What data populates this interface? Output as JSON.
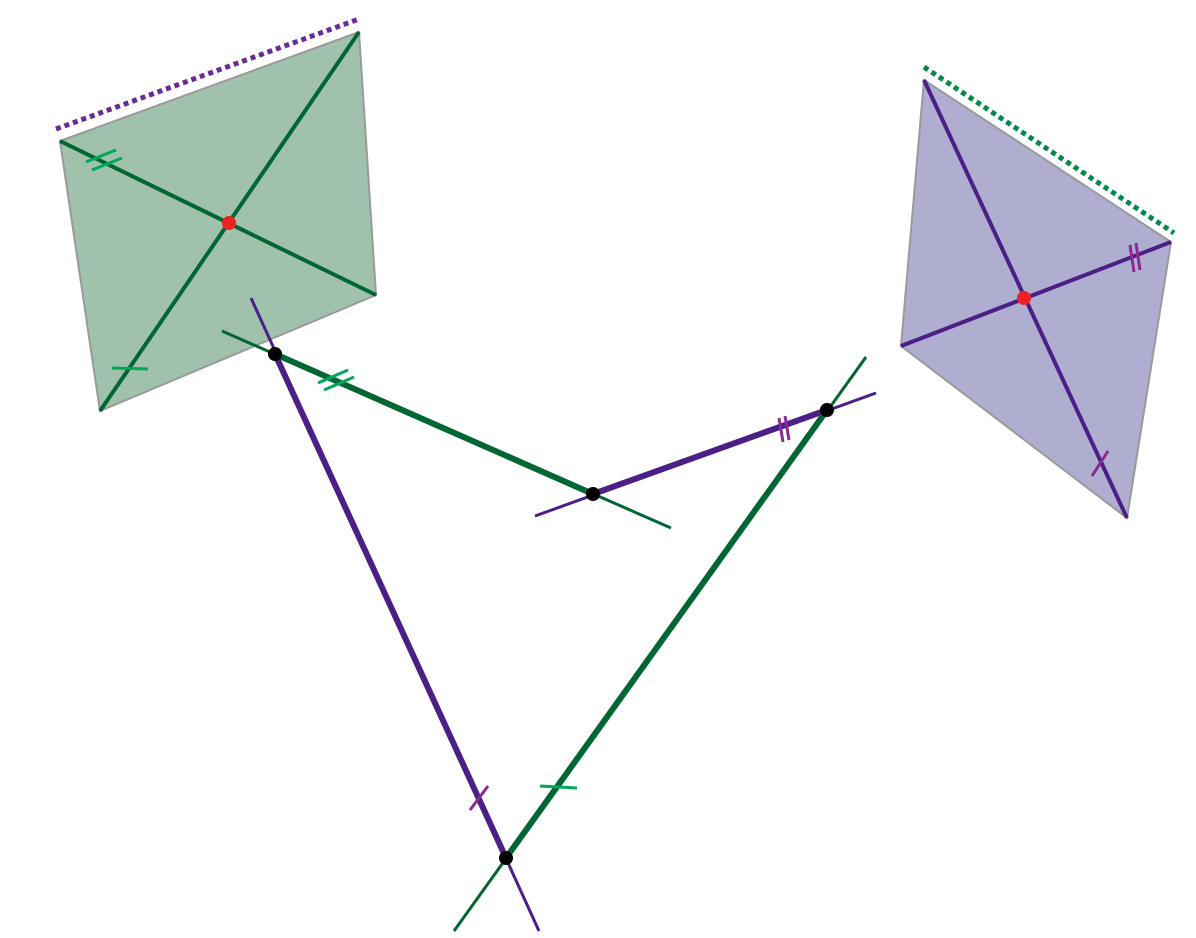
{
  "diagram": {
    "colors": {
      "green_dark": "#006633",
      "green_fill": "#a0c2ad",
      "green_tick": "#00a859",
      "green_dotted": "#008a4a",
      "purple_dark": "#4b1f86",
      "purple_fill": "#afadd0",
      "purple_tick": "#8a2a92",
      "purple_dotted": "#6a2a96",
      "quad_outline": "#9a9a9a",
      "vertex": "#000000",
      "center": "#ee2222",
      "background": "#ffffff"
    },
    "shapes": [
      {
        "name": "green-quadrilateral",
        "fill": "green_fill",
        "diagonal_color": "green_dark",
        "dotted_edge_color": "purple_dotted"
      },
      {
        "name": "purple-quadrilateral",
        "fill": "purple_fill",
        "diagonal_color": "purple_dark",
        "dotted_edge_color": "green_dotted"
      }
    ],
    "construction": {
      "segments": [
        "green",
        "purple",
        "purple",
        "green"
      ],
      "vertices": 4,
      "tick_marks": [
        "single",
        "double"
      ]
    }
  }
}
